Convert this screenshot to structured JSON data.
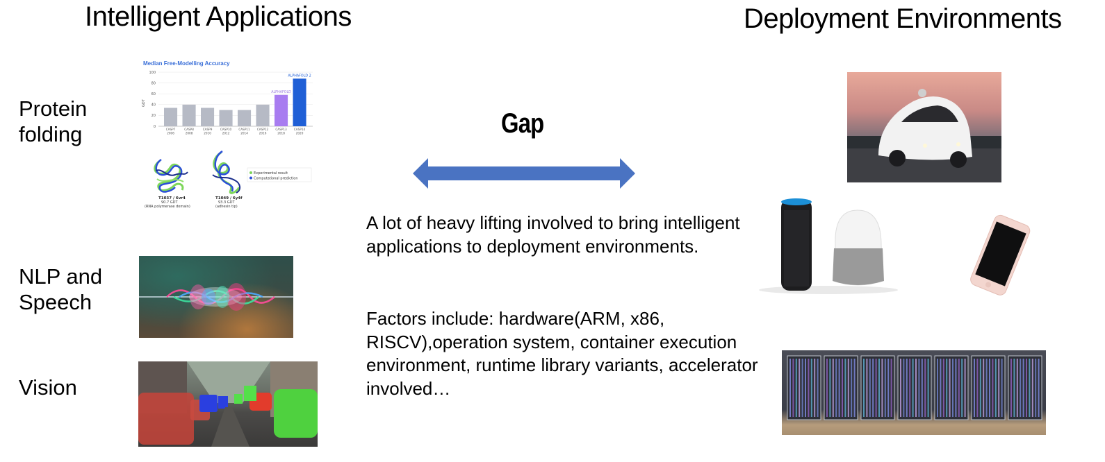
{
  "headings": {
    "left": "Intelligent Applications",
    "right": "Deployment Environments"
  },
  "rows": [
    {
      "label": "Protein\nfolding"
    },
    {
      "label": "NLP and\nSpeech"
    },
    {
      "label": "Vision"
    }
  ],
  "gap": {
    "label": "Gap",
    "arrow_color": "#4a73c2"
  },
  "description": {
    "p1": "A lot of heavy lifting involved to bring intelligent applications to deployment environments.",
    "p2": "Factors include: hardware(ARM, x86, RISCV),operation system, container execution environment, runtime library variants, accelerator involved…"
  },
  "protein_panel": {
    "structure1": {
      "id": "T1037 / 6vr4",
      "score": "90.7 GDT",
      "desc": "(RNA polymerase domain)"
    },
    "structure2": {
      "id": "T1049 / 6y4f",
      "score": "93.3 GDT",
      "desc": "(adhesin tip)"
    },
    "legend": [
      {
        "label": "Experimental result",
        "color": "#7dd65a"
      },
      {
        "label": "Computational prediction",
        "color": "#2b4fd8"
      }
    ]
  },
  "chart_data": {
    "type": "bar",
    "title": "Median Free-Modelling Accuracy",
    "ylabel": "GDT",
    "ylim": [
      0,
      100
    ],
    "yticks": [
      0,
      20,
      40,
      60,
      80,
      100
    ],
    "categories": [
      "CASP7\n2006",
      "CASP8\n2008",
      "CASP9\n2010",
      "CASP10\n2012",
      "CASP11\n2014",
      "CASP12\n2016",
      "CASP13\n2018",
      "CASP14\n2020"
    ],
    "values": [
      34,
      40,
      34,
      30,
      30,
      40,
      58,
      88
    ],
    "bar_colors": [
      "#b6bac5",
      "#b6bac5",
      "#b6bac5",
      "#b6bac5",
      "#b6bac5",
      "#b6bac5",
      "#a87cf0",
      "#1f5fd6"
    ],
    "annotations": [
      {
        "category_index": 6,
        "text": "ALPHAFOLD",
        "color": "#9b7be0"
      },
      {
        "category_index": 7,
        "text": "ALPHAFOLD 2",
        "color": "#1f5fd6"
      }
    ]
  },
  "images": {
    "speech": "voice-assistant-waveform",
    "vision": "segmented-street-scene",
    "car": "self-driving-car",
    "speakers": "smart-speakers",
    "phone": "smartphone",
    "datacenter": "server-racks"
  }
}
